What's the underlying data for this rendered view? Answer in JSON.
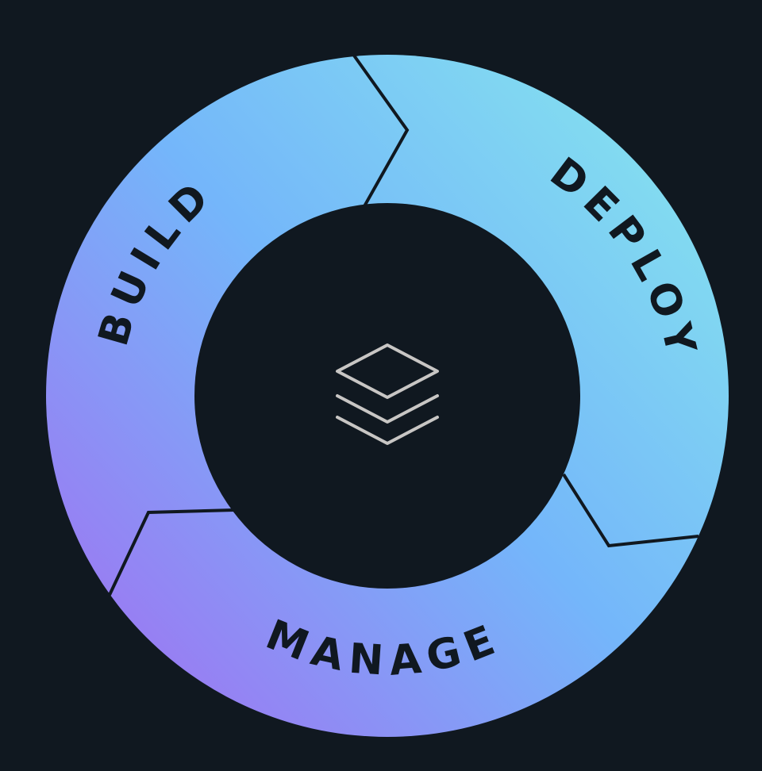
{
  "diagram": {
    "segments": [
      {
        "id": "build",
        "label": "BUILD"
      },
      {
        "id": "deploy",
        "label": "DEPLOY"
      },
      {
        "id": "manage",
        "label": "MANAGE"
      }
    ],
    "center_icon": "stacked-layers-icon",
    "colors": {
      "background": "#101820",
      "gradient_start": "#8f79f2",
      "gradient_mid": "#6ec2fb",
      "gradient_end": "#82def0",
      "divider": "#101820",
      "icon_stroke": "#c8c6c4"
    }
  }
}
